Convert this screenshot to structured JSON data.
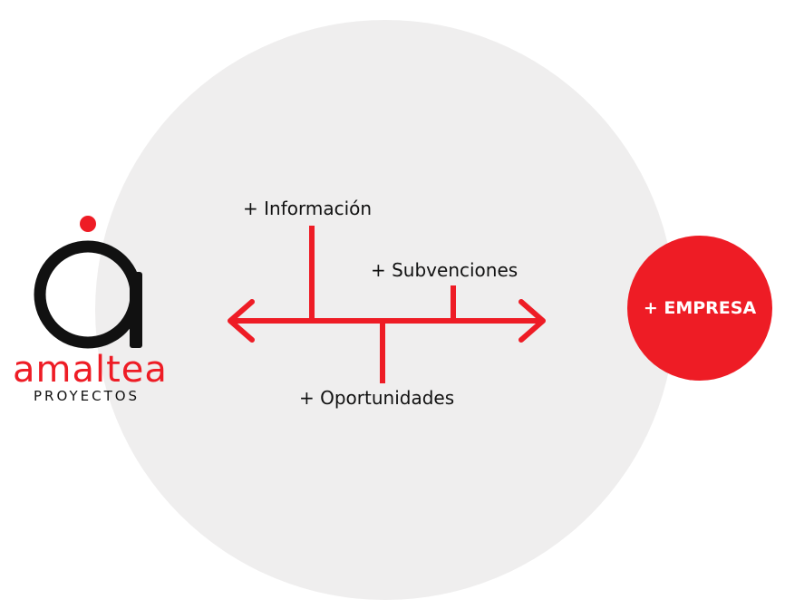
{
  "colors": {
    "accent": "#ee1c25",
    "circle_bg": "#efeeee",
    "text": "#111111",
    "white": "#ffffff"
  },
  "logo": {
    "wordmark": "amaltea",
    "subtitle": "PROYECTOS"
  },
  "labels": {
    "informacion": "+ Información",
    "subvenciones": "+ Subvenciones",
    "oportunidades": "+ Oportunidades"
  },
  "result": {
    "label": "+ EMPRESA"
  },
  "icons": {
    "logo_mark": "amaltea-a-icon",
    "arrow_left": "arrow-left-icon",
    "arrow_right": "arrow-right-icon"
  }
}
